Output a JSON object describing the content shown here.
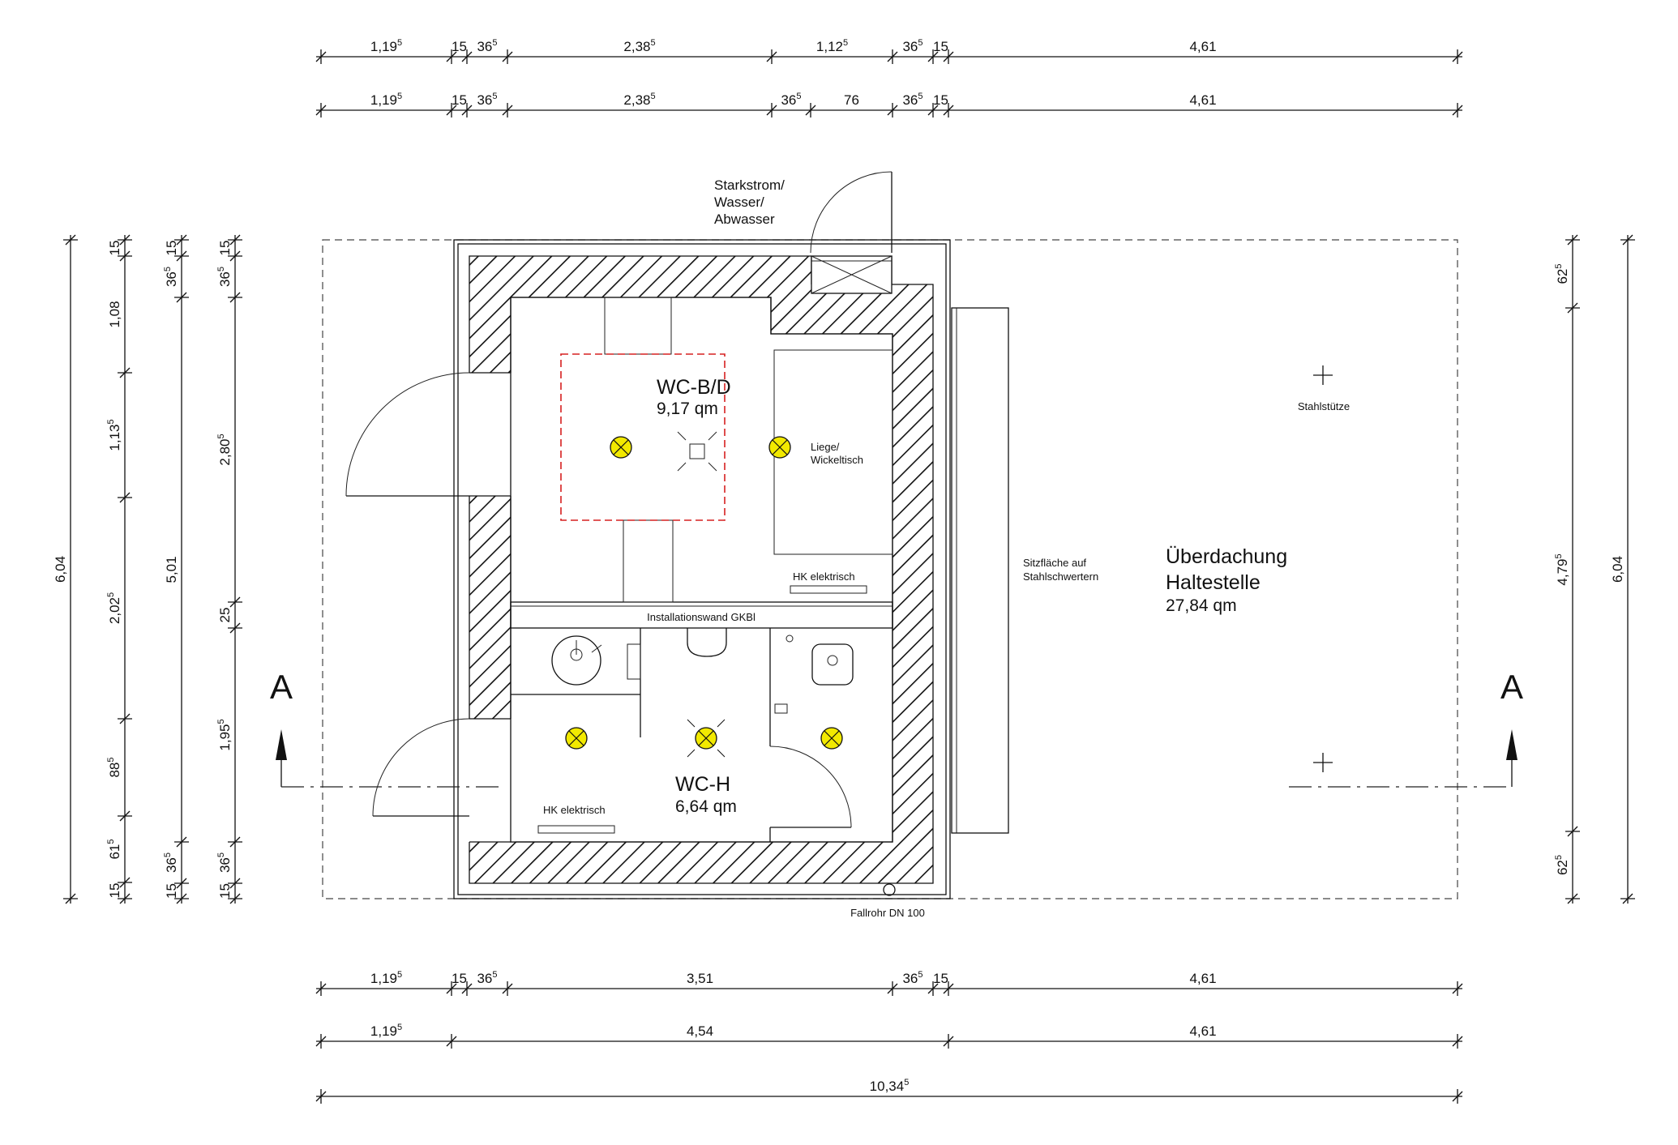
{
  "dimensions": {
    "top_row_1": [
      {
        "main": "1,19",
        "sup": "5"
      },
      {
        "main": "15",
        "sup": ""
      },
      {
        "main": "36",
        "sup": "5"
      },
      {
        "main": "2,38",
        "sup": "5"
      },
      {
        "main": "1,12",
        "sup": "5"
      },
      {
        "main": "36",
        "sup": "5"
      },
      {
        "main": "15",
        "sup": ""
      },
      {
        "main": "4,61",
        "sup": ""
      }
    ],
    "top_row_2": [
      {
        "main": "1,19",
        "sup": "5"
      },
      {
        "main": "15",
        "sup": ""
      },
      {
        "main": "36",
        "sup": "5"
      },
      {
        "main": "2,38",
        "sup": "5"
      },
      {
        "main": "36",
        "sup": "5"
      },
      {
        "main": "76",
        "sup": ""
      },
      {
        "main": "36",
        "sup": "5"
      },
      {
        "main": "15",
        "sup": ""
      },
      {
        "main": "4,61",
        "sup": ""
      }
    ],
    "bottom_row_1": [
      {
        "main": "1,19",
        "sup": "5"
      },
      {
        "main": "15",
        "sup": ""
      },
      {
        "main": "36",
        "sup": "5"
      },
      {
        "main": "3,51",
        "sup": ""
      },
      {
        "main": "36",
        "sup": "5"
      },
      {
        "main": "15",
        "sup": ""
      },
      {
        "main": "4,61",
        "sup": ""
      }
    ],
    "bottom_row_2": [
      {
        "main": "1,19",
        "sup": "5"
      },
      {
        "main": "4,54",
        "sup": ""
      },
      {
        "main": "4,61",
        "sup": ""
      }
    ],
    "bottom_row_3": [
      {
        "main": "10,34",
        "sup": "5"
      }
    ],
    "left_col_1": [
      {
        "main": "6,04",
        "sup": ""
      }
    ],
    "left_col_2": [
      {
        "main": "15",
        "sup": ""
      },
      {
        "main": "1,08",
        "sup": ""
      },
      {
        "main": "1,13",
        "sup": "5"
      },
      {
        "main": "2,02",
        "sup": "5"
      },
      {
        "main": "88",
        "sup": "5"
      },
      {
        "main": "61",
        "sup": "5"
      },
      {
        "main": "15",
        "sup": ""
      }
    ],
    "left_col_3": [
      {
        "main": "15",
        "sup": ""
      },
      {
        "main": "36",
        "sup": "5"
      },
      {
        "main": "5,01",
        "sup": ""
      },
      {
        "main": "36",
        "sup": "5"
      },
      {
        "main": "15",
        "sup": ""
      }
    ],
    "left_col_4": [
      {
        "main": "15",
        "sup": ""
      },
      {
        "main": "36",
        "sup": "5"
      },
      {
        "main": "2,80",
        "sup": "5"
      },
      {
        "main": "25",
        "sup": ""
      },
      {
        "main": "1,95",
        "sup": "5"
      },
      {
        "main": "36",
        "sup": "5"
      },
      {
        "main": "15",
        "sup": ""
      }
    ],
    "right_col_1": [
      {
        "main": "62",
        "sup": "5"
      },
      {
        "main": "4,79",
        "sup": "5"
      },
      {
        "main": "62",
        "sup": "5"
      }
    ],
    "right_col_2": [
      {
        "main": "6,04",
        "sup": ""
      }
    ]
  },
  "labels": {
    "supply_line1": "Starkstrom/",
    "supply_line2": "Wasser/",
    "supply_line3": "Abwasser",
    "room_wcbd_name": "WC-B/D",
    "room_wcbd_area": "9,17 qm",
    "changing_line1": "Liege/",
    "changing_line2": "Wickeltisch",
    "heater_1": "HK elektrisch",
    "install_wall": "Installationswand GKBl",
    "room_wch_name": "WC-H",
    "room_wch_area": "6,64 qm",
    "heater_2": "HK elektrisch",
    "bench_line1": "Sitzfläche auf",
    "bench_line2": "Stahlschwertern",
    "canopy_line1": "Überdachung",
    "canopy_line2": "Haltestelle",
    "canopy_area": "27,84 qm",
    "column_label": "Stahlstütze",
    "downpipe": "Fallrohr DN 100",
    "section_left": "A",
    "section_right": "A"
  },
  "colors": {
    "line": "#111111",
    "light_fill": "#f2e900",
    "barrier_free_zone": "#d62020"
  }
}
